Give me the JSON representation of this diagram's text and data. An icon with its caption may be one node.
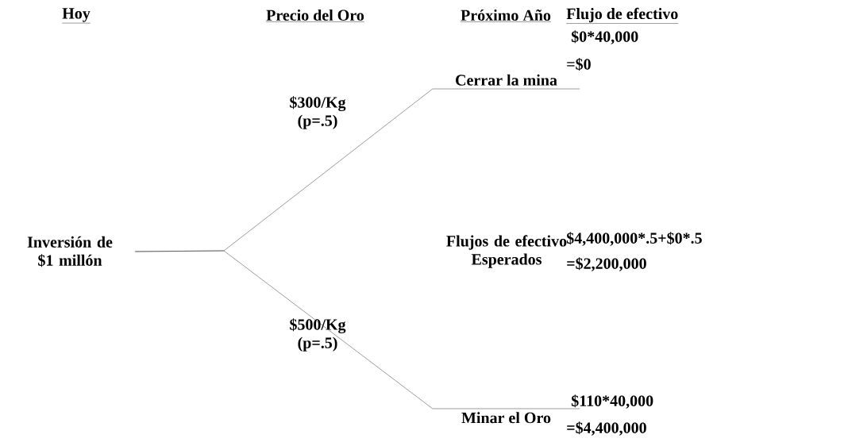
{
  "diagram": {
    "nodes": [
      {
        "text": [
          "Inversión de $1 millón"
        ]
      },
      {
        "text": [
          "Cerrar la mina"
        ]
      },
      {
        "text": [
          "Minar el Oro"
        ]
      }
    ],
    "edges": [
      {
        "from": 0,
        "to": 1,
        "arrow": "none",
        "label": "$300/Kg (p=.5)"
      },
      {
        "from": 0,
        "to": 2,
        "arrow": "none",
        "label": "$500/Kg (p=.5)"
      }
    ],
    "labels": [
      "Hoy",
      "Precio del Oro",
      "Próximo Año",
      "Flujo de efectivo",
      "$0*40,000",
      "=$0",
      "Flujos de efectivo Esperados",
      "$4,400,000*.5+$0*.5",
      "=$2,200,000",
      "$110*40,000",
      "=$4,400,000"
    ]
  }
}
